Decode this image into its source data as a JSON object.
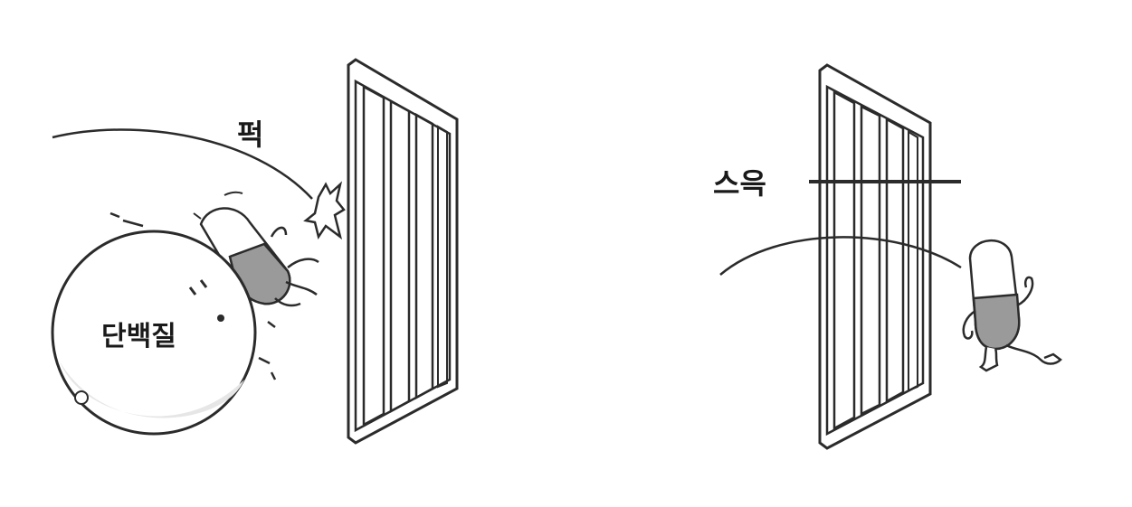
{
  "left_panel": {
    "sound_effect": "퍽",
    "ball_label": "단백질"
  },
  "right_panel": {
    "sound_effect": "스윽"
  },
  "colors": {
    "ink": "#2b2b2b",
    "ball_shade": "#e6e6e6",
    "pill_dark": "#9a9a9a",
    "background": "#ffffff"
  }
}
